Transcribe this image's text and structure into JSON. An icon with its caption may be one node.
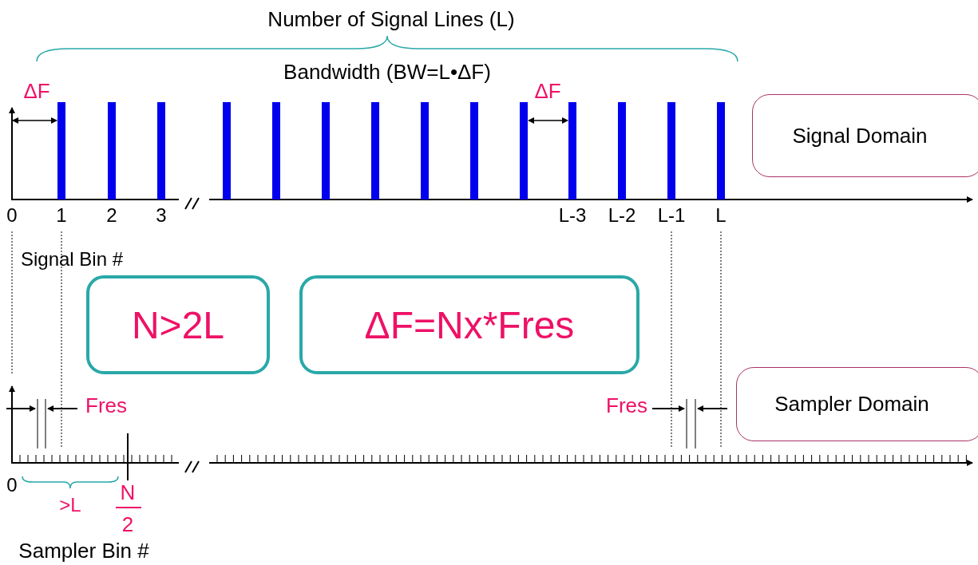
{
  "diagram": {
    "nodes": [
      {
        "text": [
          "Signal Domain"
        ]
      },
      {
        "text": [
          "N>2L"
        ]
      },
      {
        "text": [
          "ΔF=Nx*Fres"
        ]
      },
      {
        "text": [
          "Sampler Domain"
        ]
      }
    ],
    "labels": [
      "Number of Signal Lines (L)",
      "Bandwidth (BW=L•ΔF)",
      "ΔF",
      "ΔF",
      "0",
      "1",
      "2",
      "3",
      "L-3",
      "L-2",
      "L-1",
      "L",
      "Signal Bin #",
      "Fres",
      "Fres",
      "0",
      ">L",
      "N",
      "2",
      "Sampler Bin #"
    ]
  }
}
